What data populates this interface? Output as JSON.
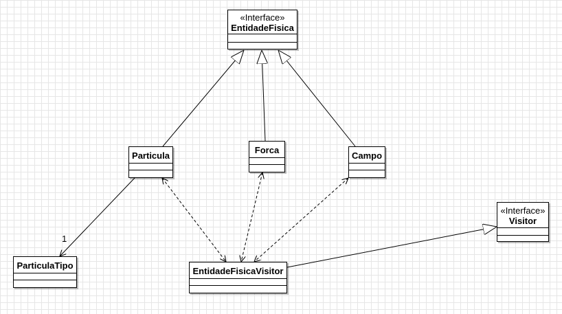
{
  "diagram": {
    "classes": [
      {
        "id": "entidade-fisica",
        "stereotype": "«Interface»",
        "name": "EntidadeFisica"
      },
      {
        "id": "particula",
        "stereotype": "",
        "name": "Particula"
      },
      {
        "id": "forca",
        "stereotype": "",
        "name": "Forca"
      },
      {
        "id": "campo",
        "stereotype": "",
        "name": "Campo"
      },
      {
        "id": "particula-tipo",
        "stereotype": "",
        "name": "ParticulaTipo"
      },
      {
        "id": "entidade-fisica-visitor",
        "stereotype": "",
        "name": "EntidadeFisicaVisitor"
      },
      {
        "id": "visitor",
        "stereotype": "«Interface»",
        "name": "Visitor"
      }
    ],
    "relations": [
      {
        "from": "particula",
        "to": "entidade-fisica",
        "kind": "realization"
      },
      {
        "from": "forca",
        "to": "entidade-fisica",
        "kind": "realization"
      },
      {
        "from": "campo",
        "to": "entidade-fisica",
        "kind": "realization"
      },
      {
        "from": "particula",
        "to": "particula-tipo",
        "kind": "association",
        "multiplicity": "1"
      },
      {
        "from": "particula",
        "to": "entidade-fisica-visitor",
        "kind": "dependency-bidirectional"
      },
      {
        "from": "forca",
        "to": "entidade-fisica-visitor",
        "kind": "dependency-bidirectional"
      },
      {
        "from": "campo",
        "to": "entidade-fisica-visitor",
        "kind": "dependency-bidirectional"
      },
      {
        "from": "entidade-fisica-visitor",
        "to": "visitor",
        "kind": "realization"
      }
    ]
  }
}
